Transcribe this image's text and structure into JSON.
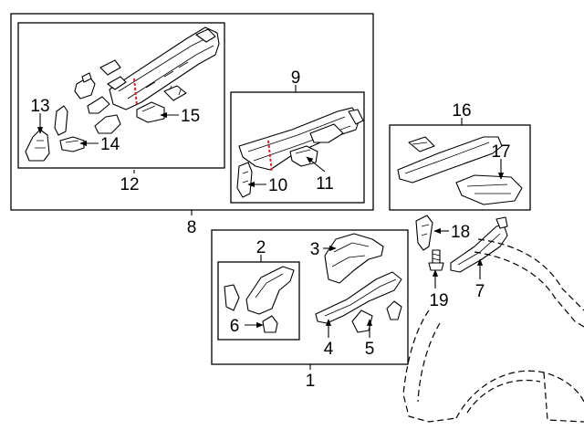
{
  "colors": {
    "line": "#000000",
    "marker": "#e0202a",
    "background": "#ffffff"
  },
  "callouts": {
    "c1": "1",
    "c2": "2",
    "c3": "3",
    "c4": "4",
    "c5": "5",
    "c6": "6",
    "c7": "7",
    "c8": "8",
    "c9": "9",
    "c10": "10",
    "c11": "11",
    "c12": "12",
    "c13": "13",
    "c14": "14",
    "c15": "15",
    "c16": "16",
    "c17": "17",
    "c18": "18",
    "c19": "19"
  }
}
